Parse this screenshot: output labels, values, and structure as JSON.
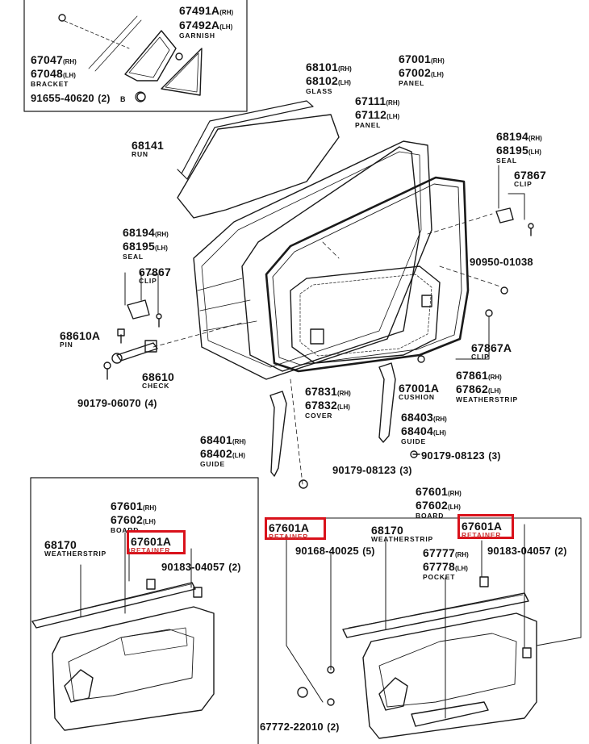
{
  "diagram": {
    "highlight_color": "#d9121b",
    "ink_color": "#1a1a1a",
    "parts": {
      "garnish": {
        "rh": "67491A",
        "lh": "67492A",
        "rh_tag": "(RH)",
        "lh_tag": "(LH)",
        "name": "GARNISH"
      },
      "bracket": {
        "rh": "67047",
        "lh": "67048",
        "rh_tag": "(RH)",
        "lh_tag": "(LH)",
        "name": "BRACKET"
      },
      "bolt_top": {
        "pn": "91655-40620",
        "qty": "(2)",
        "mark": "B"
      },
      "glass": {
        "rh": "68101",
        "lh": "68102",
        "rh_tag": "(RH)",
        "lh_tag": "(LH)",
        "name": "GLASS"
      },
      "panel_outer": {
        "rh": "67001",
        "lh": "67002",
        "rh_tag": "(RH)",
        "lh_tag": "(LH)",
        "name": "PANEL"
      },
      "panel_inner": {
        "rh": "67111",
        "lh": "67112",
        "rh_tag": "(RH)",
        "lh_tag": "(LH)",
        "name": "PANEL"
      },
      "run": {
        "pn": "68141",
        "name": "RUN"
      },
      "seal_right": {
        "rh": "68194",
        "lh": "68195",
        "rh_tag": "(RH)",
        "lh_tag": "(LH)",
        "name": "SEAL"
      },
      "clip_right": {
        "pn": "67867",
        "name": "CLIP"
      },
      "seal_left": {
        "rh": "68194",
        "lh": "68195",
        "rh_tag": "(RH)",
        "lh_tag": "(LH)",
        "name": "SEAL"
      },
      "clip_left": {
        "pn": "67867",
        "name": "CLIP"
      },
      "screw_right": {
        "pn": "90950-01038"
      },
      "pin": {
        "pn": "68610A",
        "name": "PIN"
      },
      "check": {
        "pn": "68610",
        "name": "CHECK"
      },
      "bolt_check": {
        "pn": "90179-06070",
        "qty": "(4)"
      },
      "clip_lower": {
        "pn": "67867A",
        "name": "CLIP"
      },
      "weatherstrip": {
        "rh": "67861",
        "lh": "67862",
        "rh_tag": "(RH)",
        "lh_tag": "(LH)",
        "name": "WEATHERSTRIP"
      },
      "cover": {
        "rh": "67831",
        "lh": "67832",
        "rh_tag": "(RH)",
        "lh_tag": "(LH)",
        "name": "COVER"
      },
      "cushion": {
        "pn": "67001A",
        "name": "CUSHION"
      },
      "guide_right": {
        "rh": "68403",
        "lh": "68404",
        "rh_tag": "(RH)",
        "lh_tag": "(LH)",
        "name": "GUIDE"
      },
      "guide_left": {
        "rh": "68401",
        "lh": "68402",
        "rh_tag": "(RH)",
        "lh_tag": "(LH)",
        "name": "GUIDE"
      },
      "bolt_guide_right": {
        "pn": "90179-08123",
        "qty": "(3)"
      },
      "bolt_guide_mid": {
        "pn": "90179-08123",
        "qty": "(3)"
      },
      "board_left": {
        "rh": "67601",
        "lh": "67602",
        "rh_tag": "(RH)",
        "lh_tag": "(LH)",
        "name": "BOARD"
      },
      "weatherstrip_left": {
        "pn": "68170",
        "name": "WEATHERSTRIP"
      },
      "retainer_left": {
        "pn": "67601A",
        "name": "RETAINER"
      },
      "screw_left": {
        "pn": "90183-04057",
        "qty": "(2)"
      },
      "board_right": {
        "rh": "67601",
        "lh": "67602",
        "rh_tag": "(RH)",
        "lh_tag": "(LH)",
        "name": "BOARD"
      },
      "retainer_right_a": {
        "pn": "67601A",
        "name": "RETAINER"
      },
      "clip_board": {
        "pn": "90168-40025",
        "qty": "(5)"
      },
      "weatherstrip_right": {
        "pn": "68170",
        "name": "WEATHERSTRIP"
      },
      "pocket": {
        "rh": "67777",
        "lh": "67778",
        "rh_tag": "(RH)",
        "lh_tag": "(LH)",
        "name": "POCKET"
      },
      "retainer_right_b": {
        "pn": "67601A",
        "name": "RETAINER"
      },
      "screw_right_b": {
        "pn": "90183-04057",
        "qty": "(2)"
      },
      "pocket_screw": {
        "pn": "67772-22010",
        "qty": "(2)"
      }
    }
  }
}
